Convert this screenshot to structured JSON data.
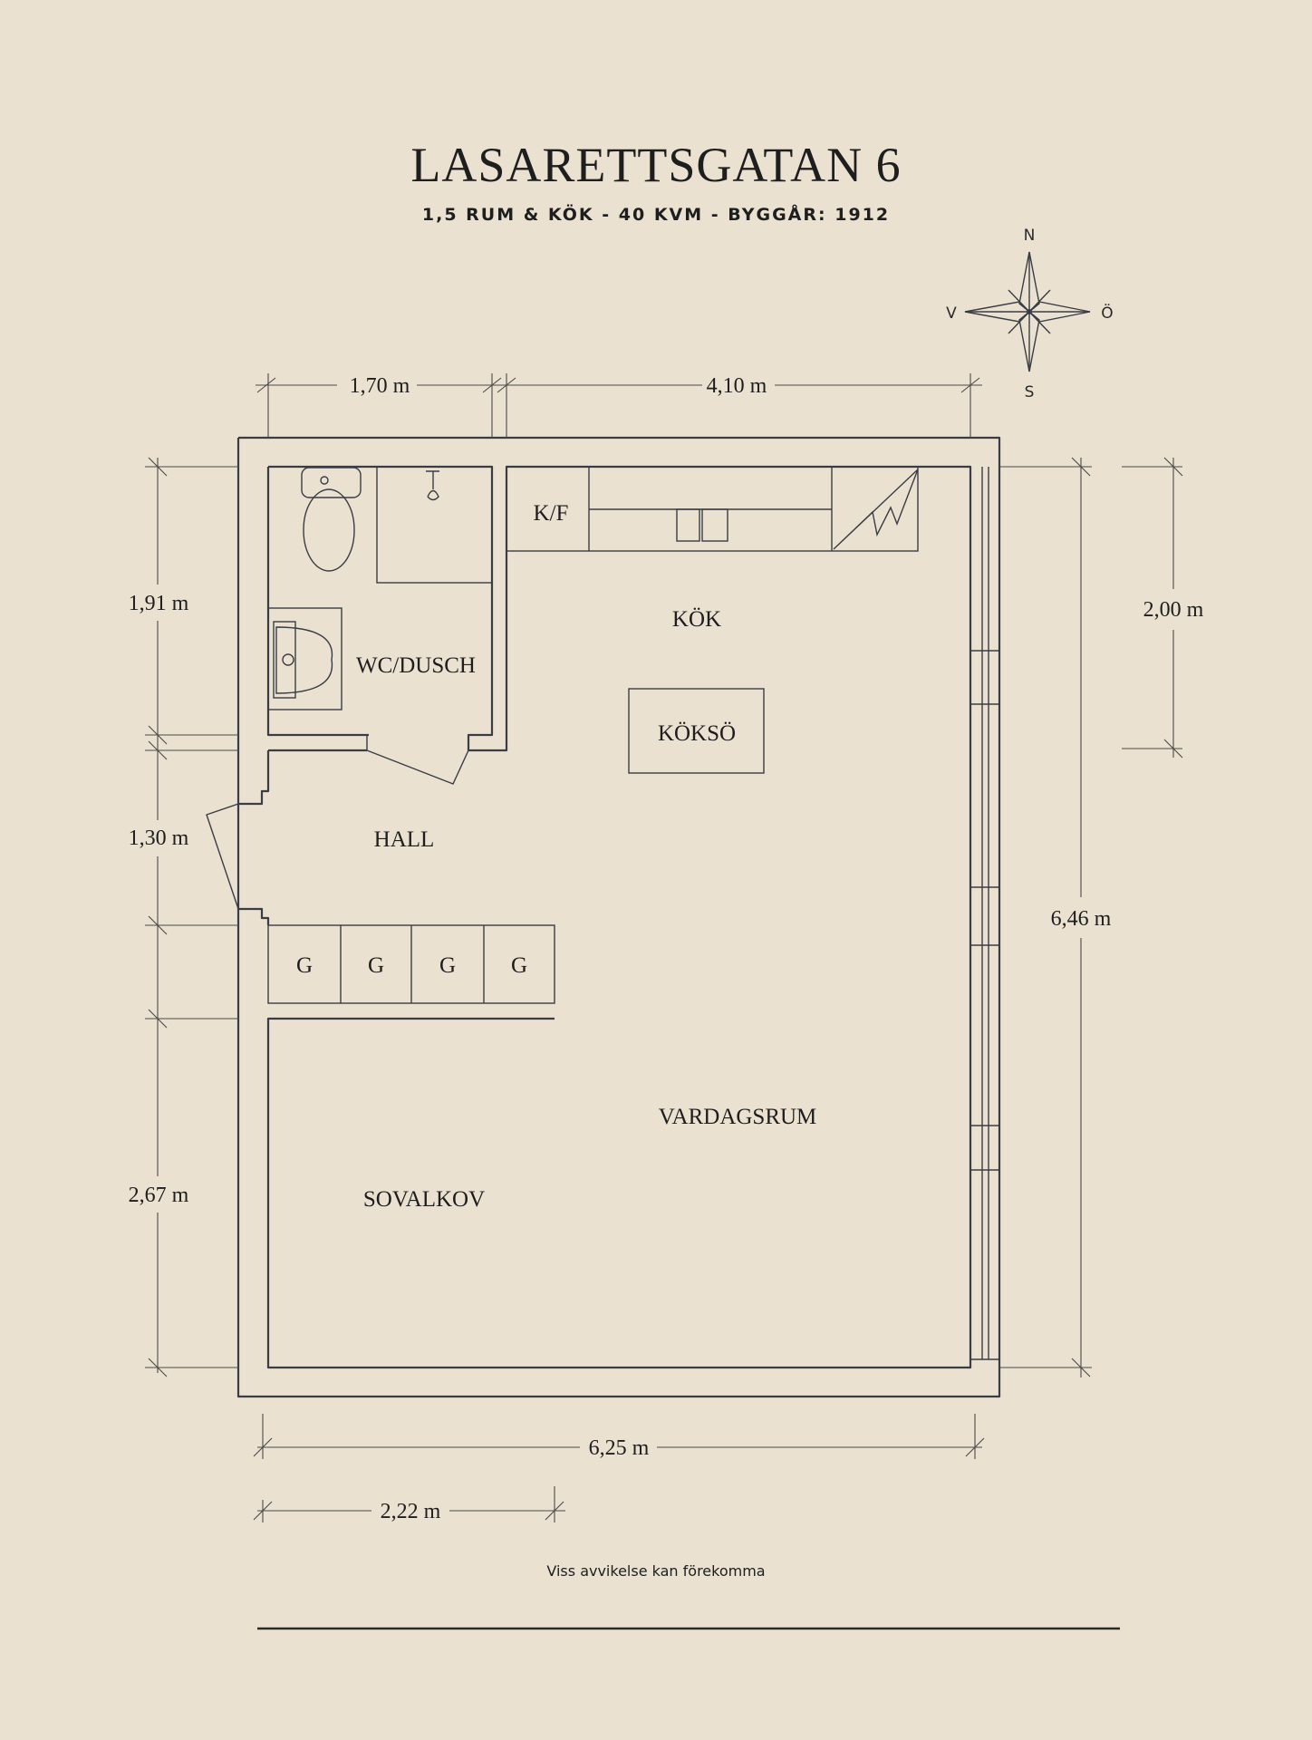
{
  "header": {
    "title": "LASARETTSGATAN 6",
    "subtitle": "1,5 RUM & KÖK  -  40 KVM  -  BYGGÅR: 1912"
  },
  "compass": {
    "north": "N",
    "south": "S",
    "west": "V",
    "east": "Ö"
  },
  "rooms": {
    "kok": "KÖK",
    "koksö": "KÖKSÖ",
    "kf": "K/F",
    "wc": "WC/DUSCH",
    "hall": "HALL",
    "vardagsrum": "VARDAGSRUM",
    "sovalkov": "SOVALKOV",
    "wardrobes": [
      "G",
      "G",
      "G",
      "G"
    ]
  },
  "dimensions": {
    "top_left": "1,70 m",
    "top_right": "4,10 m",
    "left_bath": "1,91 m",
    "left_hall": "1,30 m",
    "left_sovalkov": "2,67 m",
    "right_kitchen": "2,00 m",
    "right_total": "6,46 m",
    "bottom_total": "6,25 m",
    "bottom_sovalkov": "2,22 m"
  },
  "footer": {
    "note": "Viss avvikelse kan förekomma"
  },
  "colors": {
    "background": "#EAE1D0",
    "ink": "#3a3d45"
  }
}
